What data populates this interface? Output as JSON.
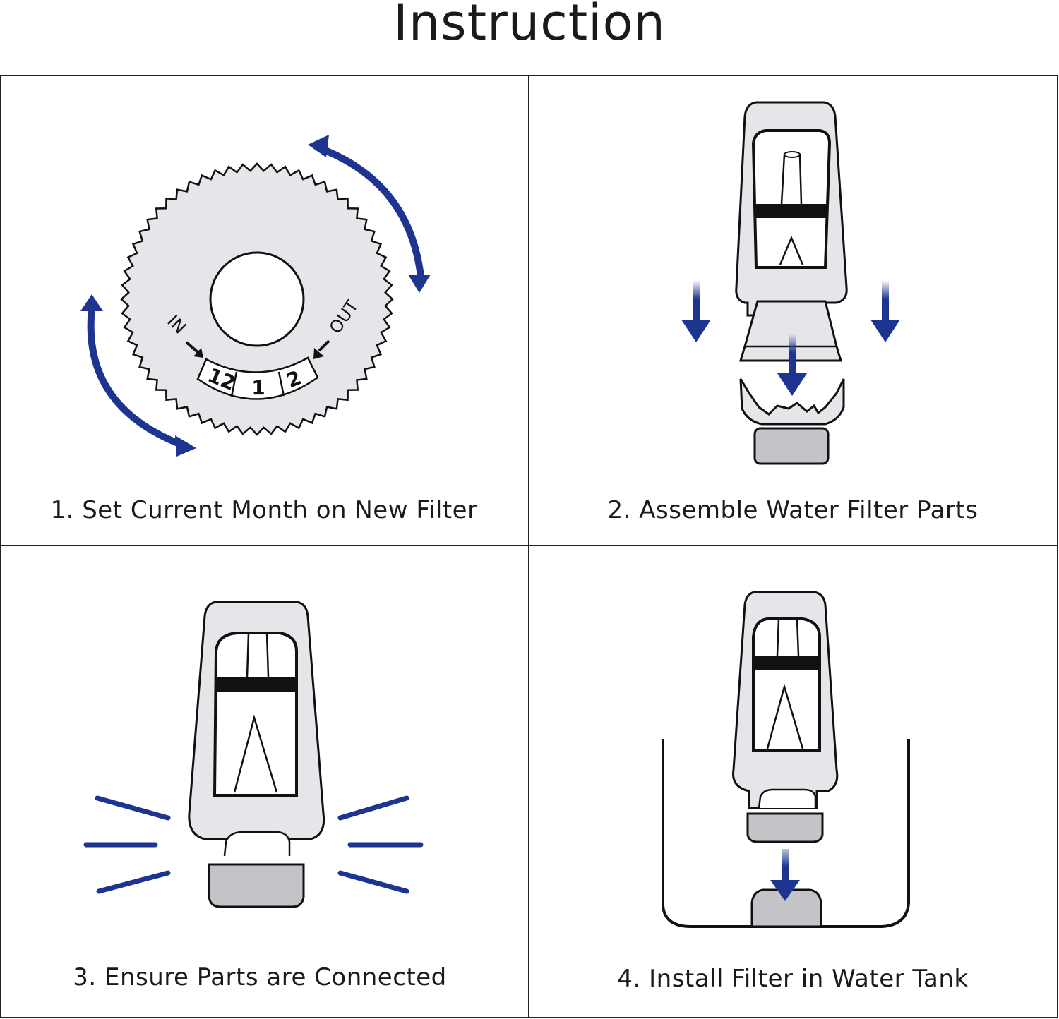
{
  "title": "Instruction",
  "steps": [
    {
      "caption": "1. Set Current Month on New Filter",
      "dial": {
        "in_label": "IN",
        "out_label": "OUT",
        "months": [
          "12",
          "1",
          "2"
        ]
      }
    },
    {
      "caption": "2. Assemble Water Filter Parts"
    },
    {
      "caption": "3. Ensure Parts are Connected"
    },
    {
      "caption": "4. Install Filter in Water Tank"
    }
  ],
  "colors": {
    "accent_blue": "#1d3591",
    "part_gray": "#e6e6ea",
    "base_gray": "#c4c4c8",
    "outline": "#111111"
  }
}
